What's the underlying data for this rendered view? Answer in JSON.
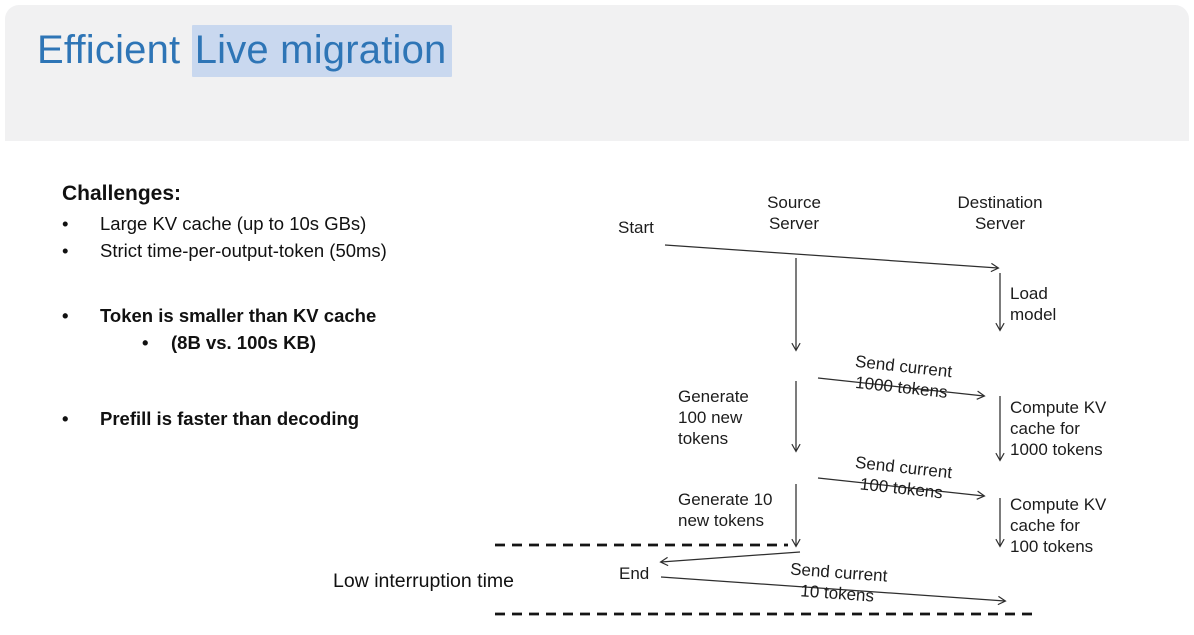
{
  "title": {
    "normal": "Efficient ",
    "highlighted": "Live migration"
  },
  "challenges": {
    "heading": "Challenges:",
    "bullet": "•",
    "items": [
      {
        "text": "Large KV cache (up to 10s GBs)",
        "bold": false
      },
      {
        "text": "Strict time-per-output-token (50ms)",
        "bold": false
      },
      {
        "text": "Token is smaller than KV cache",
        "bold": true
      },
      {
        "text": "(8B vs. 100s KB)",
        "bold": true,
        "nested": true
      },
      {
        "text": "Prefill is faster than decoding",
        "bold": true
      }
    ]
  },
  "caption": {
    "text": "Low interruption time"
  },
  "diagram": {
    "lanes": {
      "start": "Start",
      "source": "Source\nServer",
      "destination": "Destination\nServer",
      "end": "End"
    },
    "labels": {
      "load_model": "Load\nmodel",
      "send_1000": "Send current\n1000 tokens",
      "generate_100": "Generate\n100 new\ntokens",
      "compute_1000": "Compute KV\ncache for\n1000 tokens",
      "send_100": "Send current\n100 tokens",
      "generate_10": "Generate 10\nnew tokens",
      "compute_100": "Compute KV\ncache for\n100 tokens",
      "send_10": "Send current\n10 tokens"
    }
  },
  "colors": {
    "title": "#2e75b6",
    "title_highlight": "#c9d8ef",
    "header_band": "#f1f1f2",
    "line": "#2e2e2e",
    "text": "#1c1c1c"
  }
}
